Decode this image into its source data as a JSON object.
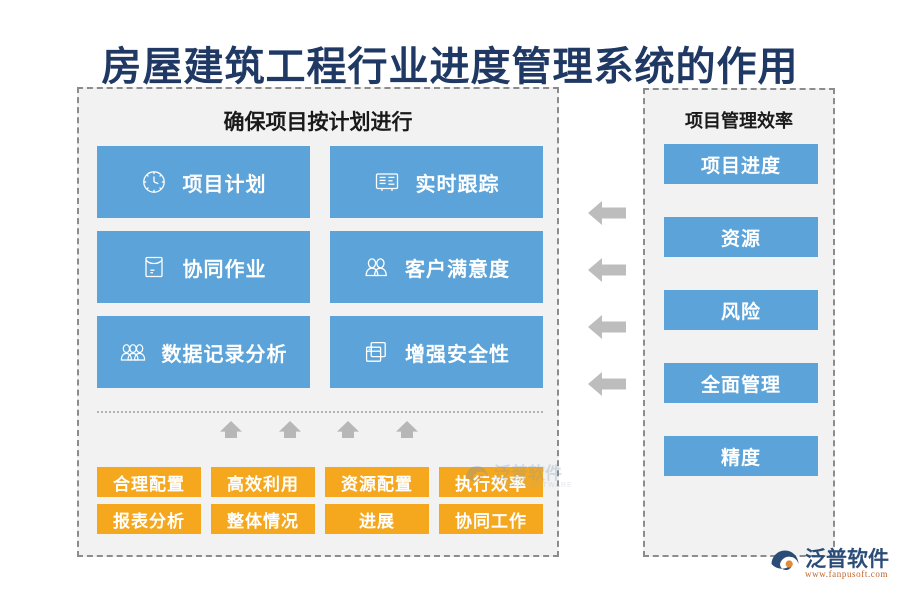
{
  "page": {
    "title": "房屋建筑工程行业进度管理系统的作用",
    "accent_blue": "#5BA3D8",
    "accent_orange": "#F5A81E",
    "title_color": "#1F3864",
    "panel_bg": "#F2F2F2",
    "panel_border": "#8C8C8C",
    "arrow_gray": "#B3B3B3"
  },
  "left_panel": {
    "heading": "确保项目按计划进行",
    "features": [
      {
        "label": "项目计划",
        "icon": "clock-icon"
      },
      {
        "label": "实时跟踪",
        "icon": "report-board-icon"
      },
      {
        "label": "协同作业",
        "icon": "envelope-icon"
      },
      {
        "label": "客户满意度",
        "icon": "two-users-icon"
      },
      {
        "label": "数据记录分析",
        "icon": "three-users-icon"
      },
      {
        "label": "增强安全性",
        "icon": "windows-stack-icon"
      }
    ],
    "up_arrows": 4,
    "tags": [
      "合理配置",
      "高效利用",
      "资源配置",
      "执行效率",
      "报表分析",
      "整体情况",
      "进展",
      "协同工作"
    ]
  },
  "right_panel": {
    "heading": "项目管理效率",
    "metrics": [
      "项目进度",
      "资源",
      "风险",
      "全面管理",
      "精度"
    ]
  },
  "connectors": {
    "count": 4,
    "direction": "left"
  },
  "watermark": {
    "name_cn": "泛普软件",
    "name_en": "FANPU SOFTWARE"
  },
  "brand": {
    "name_cn": "泛普软件",
    "url": "www.fanpusoft.com"
  }
}
